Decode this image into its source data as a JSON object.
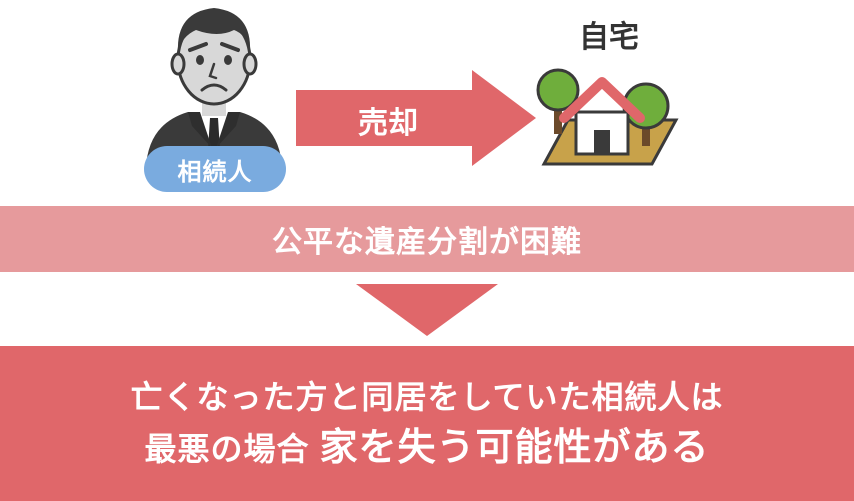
{
  "person": {
    "badge_label": "相続人",
    "icon": "worried-man-icon"
  },
  "arrow": {
    "label": "売却",
    "color": "#e0676a"
  },
  "home": {
    "label": "自宅",
    "icon": "house-with-trees-icon"
  },
  "band": {
    "text": "公平な遺産分割が困難",
    "color": "#e69a9c"
  },
  "down_arrow": {
    "color": "#e0676a"
  },
  "conclusion": {
    "line1": "亡くなった方と同居をしていた相続人は",
    "line2_prefix": "最悪の場合",
    "line2_emphasis": "家を失う可能性がある",
    "color": "#e0676a"
  }
}
